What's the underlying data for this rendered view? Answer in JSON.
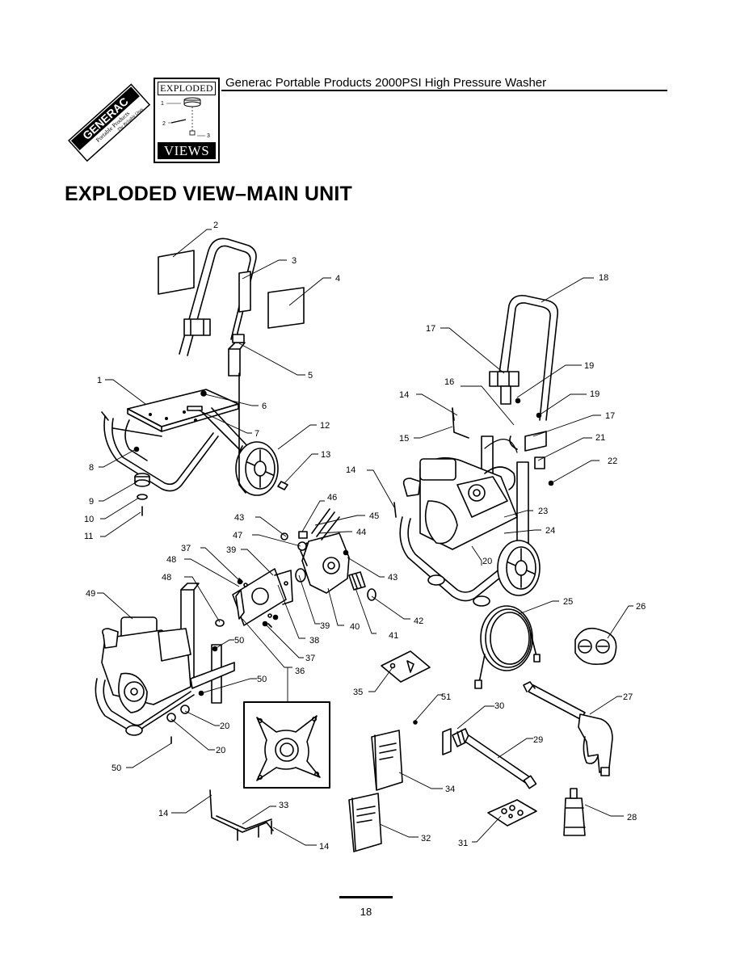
{
  "header": {
    "brand": "GENERAC",
    "brand_sub": "Portable Products",
    "brand_tagline": "The Reliable Ones",
    "badge_top": "EXPLODED",
    "badge_bottom": "VIEWS",
    "badge_numbers": [
      "1",
      "2",
      "3"
    ],
    "title": "Generac Portable Products 2000PSI High Pressure Washer"
  },
  "page_heading": "EXPLODED VIEW–MAIN UNIT",
  "callouts": [
    "2",
    "3",
    "4",
    "18",
    "17",
    "19",
    "16",
    "14",
    "19",
    "17",
    "1",
    "5",
    "6",
    "7",
    "12",
    "15",
    "21",
    "8",
    "13",
    "14",
    "22",
    "9",
    "10",
    "11",
    "46",
    "45",
    "43",
    "44",
    "23",
    "47",
    "24",
    "37",
    "39",
    "20",
    "48",
    "43",
    "48",
    "42",
    "49",
    "39",
    "40",
    "41",
    "38",
    "25",
    "26",
    "50",
    "37",
    "36",
    "50",
    "35",
    "51",
    "30",
    "27",
    "20",
    "29",
    "20",
    "50",
    "34",
    "33",
    "28",
    "14",
    "32",
    "14",
    "31"
  ],
  "page_number": "18"
}
